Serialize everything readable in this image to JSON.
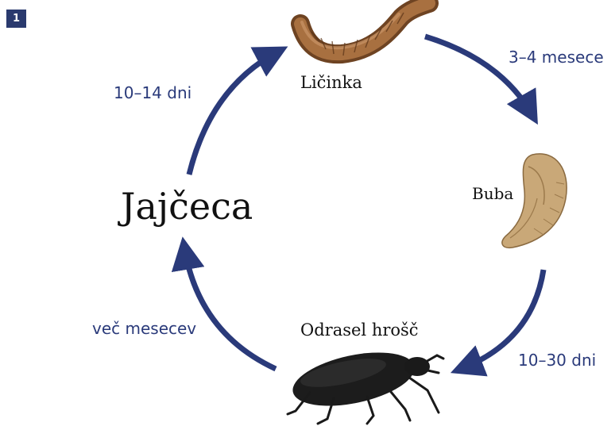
{
  "badge": "1",
  "stages": {
    "larva": "Ličinka",
    "pupa": "Buba",
    "adult": "Odrasel hrošč",
    "eggs": "Jajčeca"
  },
  "durations": {
    "larva_to_pupa": "3–4 mesece",
    "pupa_to_adult": "10–30 dni",
    "adult_to_eggs": "več mesecev",
    "eggs_to_larva": "10–14 dni"
  },
  "colors": {
    "arrow": "#2a3a7a",
    "badge": "#2a3a6e",
    "larva": "#8b5a30",
    "pupa": "#c9a878",
    "beetle": "#1c1c1c"
  }
}
